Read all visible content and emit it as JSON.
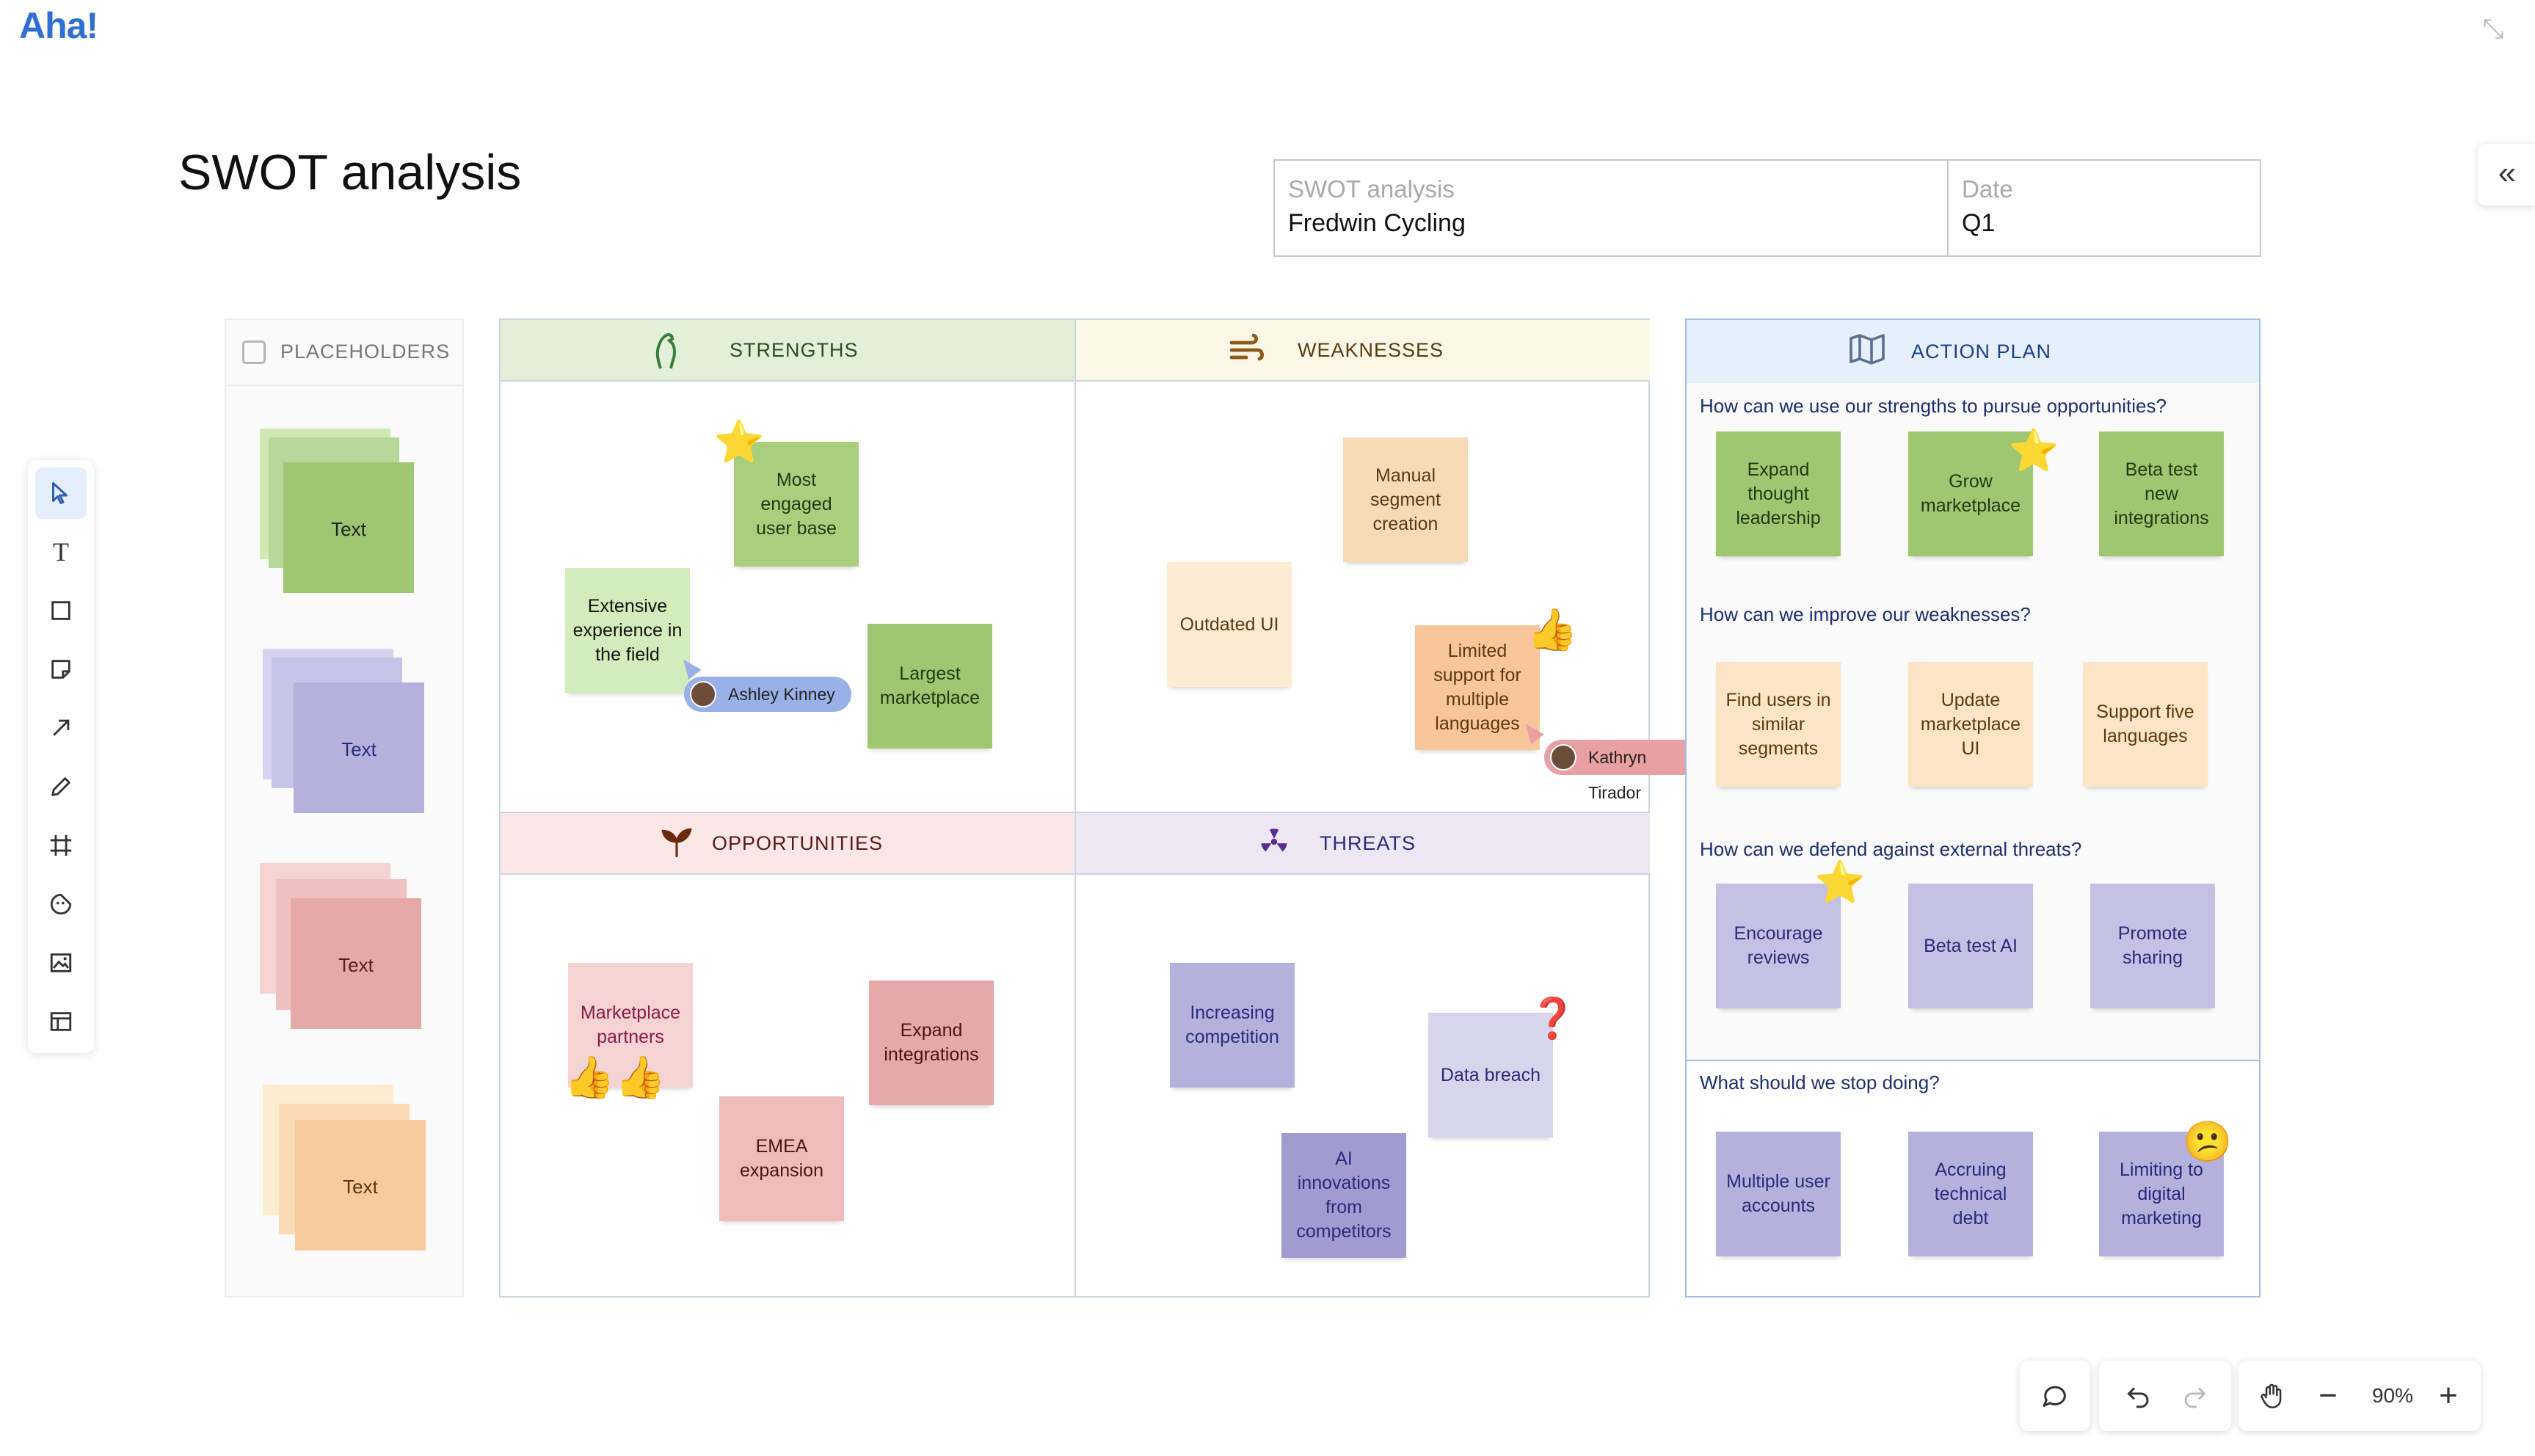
{
  "app": {
    "logo": "Aha!"
  },
  "page": {
    "title": "SWOT analysis"
  },
  "meta": {
    "name_label": "SWOT analysis",
    "name_value": "Fredwin Cycling",
    "date_label": "Date",
    "date_value": "Q1"
  },
  "placeholders": {
    "header": "PLACEHOLDERS",
    "items": [
      "Text",
      "Text",
      "Text",
      "Text"
    ]
  },
  "quadrants": {
    "strengths": {
      "title": "STRENGTHS",
      "color": "#e3f0d9",
      "notes": [
        "Most engaged user base",
        "Extensive experience in the field",
        "Largest marketplace"
      ]
    },
    "weaknesses": {
      "title": "WEAKNESSES",
      "color": "#fbf7e6",
      "notes": [
        "Manual segment creation",
        "Outdated UI",
        "Limited support for multiple languages"
      ]
    },
    "opportunities": {
      "title": "OPPORTUNITIES",
      "color": "#fbe8e6",
      "notes": [
        "Marketplace partners",
        "Expand integrations",
        "EMEA expansion"
      ]
    },
    "threats": {
      "title": "THREATS",
      "color": "#ebe8f3",
      "notes": [
        "Increasing competition",
        "Data breach",
        "AI innovations from competitors"
      ]
    }
  },
  "cursors": {
    "user1": "Ashley Kinney",
    "user2": "Kathryn Tirador"
  },
  "action_plan": {
    "title": "ACTION PLAN",
    "sections": [
      {
        "question": "How can we use our strengths to pursue opportunities?",
        "notes": [
          "Expand thought leadership",
          "Grow marketplace",
          "Beta test new integrations"
        ]
      },
      {
        "question": "How can we improve our weaknesses?",
        "notes": [
          "Find users in similar segments",
          "Update marketplace UI",
          "Support five languages"
        ]
      },
      {
        "question": "How can we defend against external threats?",
        "notes": [
          "Encourage reviews",
          "Beta test AI",
          "Promote sharing"
        ]
      },
      {
        "question": "What should we stop doing?",
        "notes": [
          "Multiple user accounts",
          "Accruing technical debt",
          "Limiting to digital marketing"
        ]
      }
    ]
  },
  "zoom": {
    "level": "90%"
  },
  "icons": {
    "toolbar": [
      "select-icon",
      "text-icon",
      "shape-icon",
      "sticky-note-icon",
      "arrow-icon",
      "pen-icon",
      "frame-icon",
      "sticker-icon",
      "image-icon",
      "template-icon"
    ],
    "bottom": [
      "comment-icon",
      "undo-icon",
      "redo-icon",
      "hand-icon",
      "zoom-out-icon",
      "zoom-in-icon"
    ]
  }
}
